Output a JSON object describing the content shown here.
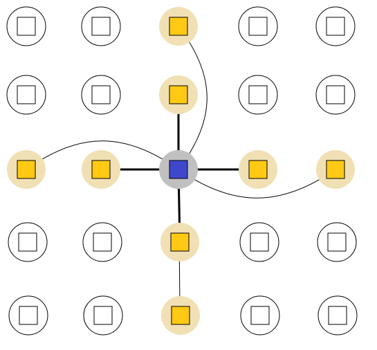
{
  "grid": {
    "rows": 5,
    "cols": 5
  },
  "center": {
    "row": 2,
    "col": 2
  },
  "colors": {
    "background": "#ffffff",
    "outline": "#000000",
    "empty_fill": "#ffffff",
    "neighbor_fill": "#f0e0b4",
    "center_fill": "#c0c0c0",
    "yellow_square": "#ffc914",
    "blue_square": "#3f48cc",
    "white_square": "#ffffff",
    "line": "#000000"
  },
  "nodes": [
    {
      "row": 0,
      "col": 0,
      "role": "empty"
    },
    {
      "row": 0,
      "col": 1,
      "role": "empty"
    },
    {
      "row": 0,
      "col": 2,
      "role": "neighbor"
    },
    {
      "row": 0,
      "col": 3,
      "role": "empty"
    },
    {
      "row": 0,
      "col": 4,
      "role": "empty"
    },
    {
      "row": 1,
      "col": 0,
      "role": "empty"
    },
    {
      "row": 1,
      "col": 1,
      "role": "empty"
    },
    {
      "row": 1,
      "col": 2,
      "role": "neighbor"
    },
    {
      "row": 1,
      "col": 3,
      "role": "empty"
    },
    {
      "row": 1,
      "col": 4,
      "role": "empty"
    },
    {
      "row": 2,
      "col": 0,
      "role": "neighbor"
    },
    {
      "row": 2,
      "col": 1,
      "role": "neighbor"
    },
    {
      "row": 2,
      "col": 2,
      "role": "center"
    },
    {
      "row": 2,
      "col": 3,
      "role": "neighbor"
    },
    {
      "row": 2,
      "col": 4,
      "role": "neighbor"
    },
    {
      "row": 3,
      "col": 0,
      "role": "empty"
    },
    {
      "row": 3,
      "col": 1,
      "role": "empty"
    },
    {
      "row": 3,
      "col": 2,
      "role": "neighbor"
    },
    {
      "row": 3,
      "col": 3,
      "role": "empty"
    },
    {
      "row": 3,
      "col": 4,
      "role": "empty"
    },
    {
      "row": 4,
      "col": 0,
      "role": "empty"
    },
    {
      "row": 4,
      "col": 1,
      "role": "empty"
    },
    {
      "row": 4,
      "col": 2,
      "role": "neighbor"
    },
    {
      "row": 4,
      "col": 3,
      "role": "empty"
    },
    {
      "row": 4,
      "col": 4,
      "role": "empty"
    }
  ],
  "straight_links": [
    {
      "from": [
        2,
        2
      ],
      "to": [
        1,
        2
      ]
    },
    {
      "from": [
        2,
        2
      ],
      "to": [
        2,
        1
      ]
    },
    {
      "from": [
        2,
        2
      ],
      "to": [
        2,
        3
      ]
    },
    {
      "from": [
        2,
        2
      ],
      "to": [
        3,
        2
      ]
    }
  ],
  "curved_links": [
    {
      "from": [
        2,
        2
      ],
      "to": [
        0,
        2
      ]
    },
    {
      "from": [
        2,
        2
      ],
      "to": [
        2,
        0
      ]
    },
    {
      "from": [
        2,
        2
      ],
      "to": [
        2,
        4
      ]
    },
    {
      "from": [
        2,
        2
      ],
      "to": [
        4,
        2
      ]
    }
  ]
}
